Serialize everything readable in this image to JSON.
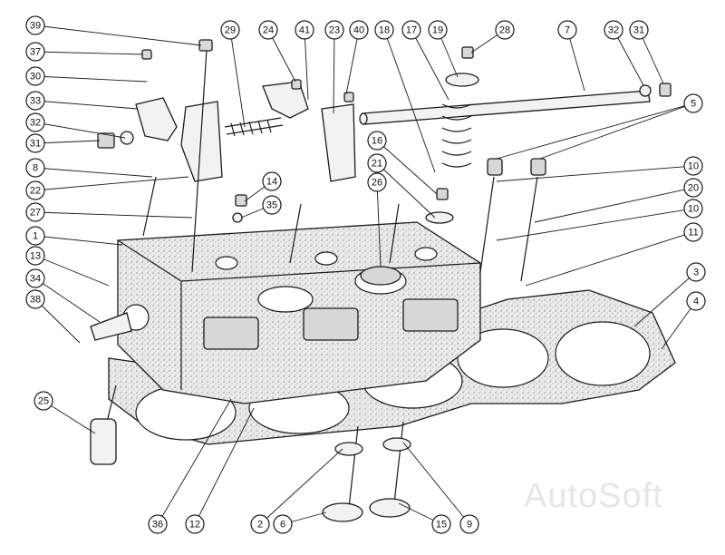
{
  "watermark": "AutoSoft",
  "callouts": [
    "39",
    "37",
    "30",
    "33",
    "32",
    "31",
    "8",
    "22",
    "27",
    "1",
    "13",
    "34",
    "38",
    "25",
    "29",
    "24",
    "41",
    "23",
    "40",
    "18",
    "17",
    "19",
    "28",
    "7",
    "32",
    "31",
    "5",
    "16",
    "21",
    "26",
    "14",
    "35",
    "10",
    "20",
    "10",
    "11",
    "3",
    "4",
    "36",
    "12",
    "2",
    "6",
    "15",
    "9"
  ]
}
